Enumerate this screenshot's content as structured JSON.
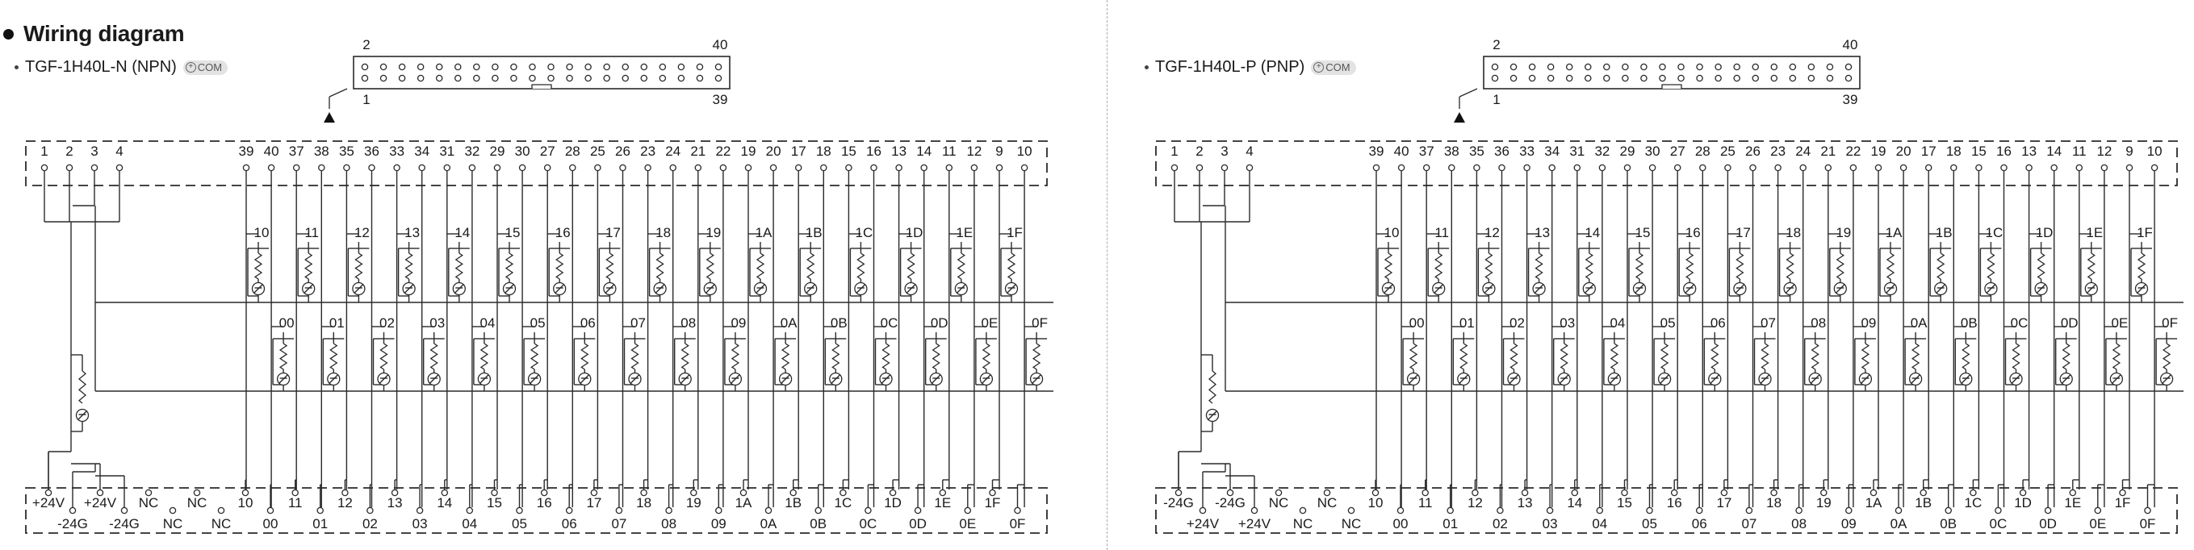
{
  "page": {
    "title": "Wiring diagram",
    "divider": "dashed"
  },
  "panels": [
    {
      "variant": "TGF-1H40L-N (NPN)",
      "badge": "COM",
      "connector": {
        "top_left": "2",
        "top_right": "40",
        "bottom_left": "1",
        "bottom_right": "39",
        "pins_per_row": 20
      },
      "top_terminals": [
        "1",
        "2",
        "3",
        "4",
        "39",
        "40",
        "37",
        "38",
        "35",
        "36",
        "33",
        "34",
        "31",
        "32",
        "29",
        "30",
        "27",
        "28",
        "25",
        "26",
        "23",
        "24",
        "21",
        "22",
        "19",
        "20",
        "17",
        "18",
        "15",
        "16",
        "13",
        "14",
        "11",
        "12",
        "9",
        "10"
      ],
      "bottom_upper": [
        "+24V",
        "+24V",
        "NC",
        "NC",
        "10",
        "11",
        "12",
        "13",
        "14",
        "15",
        "16",
        "17",
        "18",
        "19",
        "1A",
        "1B",
        "1C",
        "1D",
        "1E",
        "1F"
      ],
      "bottom_lower": [
        "-24G",
        "-24G",
        "NC",
        "NC",
        "00",
        "01",
        "02",
        "03",
        "04",
        "05",
        "06",
        "07",
        "08",
        "09",
        "0A",
        "0B",
        "0C",
        "0D",
        "0E",
        "0F"
      ],
      "upper_channels": [
        "10",
        "11",
        "12",
        "13",
        "14",
        "15",
        "16",
        "17",
        "18",
        "19",
        "1A",
        "1B",
        "1C",
        "1D",
        "1E",
        "1F"
      ],
      "lower_channels": [
        "00",
        "01",
        "02",
        "03",
        "04",
        "05",
        "06",
        "07",
        "08",
        "09",
        "0A",
        "0B",
        "0C",
        "0D",
        "0E",
        "0F"
      ]
    },
    {
      "variant": "TGF-1H40L-P (PNP)",
      "badge": "COM",
      "connector": {
        "top_left": "2",
        "top_right": "40",
        "bottom_left": "1",
        "bottom_right": "39",
        "pins_per_row": 20
      },
      "top_terminals": [
        "1",
        "2",
        "3",
        "4",
        "39",
        "40",
        "37",
        "38",
        "35",
        "36",
        "33",
        "34",
        "31",
        "32",
        "29",
        "30",
        "27",
        "28",
        "25",
        "26",
        "23",
        "24",
        "21",
        "22",
        "19",
        "20",
        "17",
        "18",
        "15",
        "16",
        "13",
        "14",
        "11",
        "12",
        "9",
        "10"
      ],
      "bottom_upper": [
        "-24G",
        "-24G",
        "NC",
        "NC",
        "10",
        "11",
        "12",
        "13",
        "14",
        "15",
        "16",
        "17",
        "18",
        "19",
        "1A",
        "1B",
        "1C",
        "1D",
        "1E",
        "1F"
      ],
      "bottom_lower": [
        "+24V",
        "+24V",
        "NC",
        "NC",
        "00",
        "01",
        "02",
        "03",
        "04",
        "05",
        "06",
        "07",
        "08",
        "09",
        "0A",
        "0B",
        "0C",
        "0D",
        "0E",
        "0F"
      ],
      "upper_channels": [
        "10",
        "11",
        "12",
        "13",
        "14",
        "15",
        "16",
        "17",
        "18",
        "19",
        "1A",
        "1B",
        "1C",
        "1D",
        "1E",
        "1F"
      ],
      "lower_channels": [
        "00",
        "01",
        "02",
        "03",
        "04",
        "05",
        "06",
        "07",
        "08",
        "09",
        "0A",
        "0B",
        "0C",
        "0D",
        "0E",
        "0F"
      ]
    }
  ],
  "colors": {
    "line": "#2a2a2a",
    "text": "#1a1a1a",
    "badge_bg": "#e3e3e3"
  }
}
